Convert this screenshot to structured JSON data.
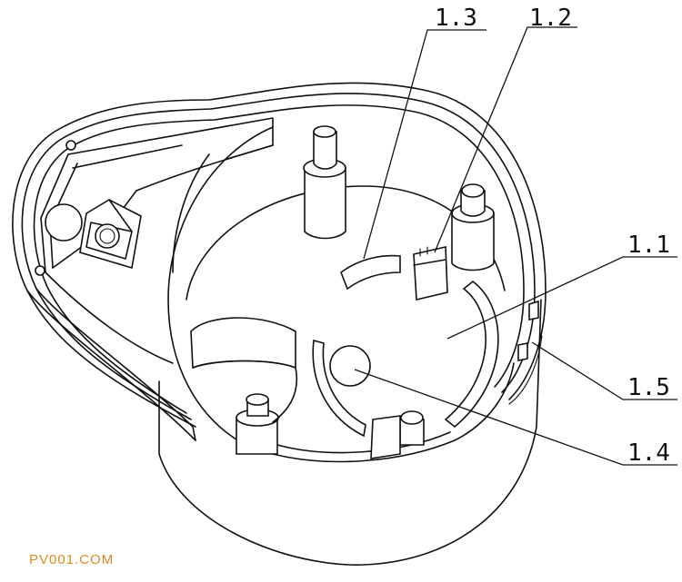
{
  "labels": {
    "l1_1": "1.1",
    "l1_2": "1.2",
    "l1_3": "1.3",
    "l1_4": "1.4",
    "l1_5": "1.5"
  },
  "watermark": "PV001.COM",
  "colors": {
    "line": "#111111",
    "watermark": "#e08a1e",
    "background": "#ffffff"
  }
}
